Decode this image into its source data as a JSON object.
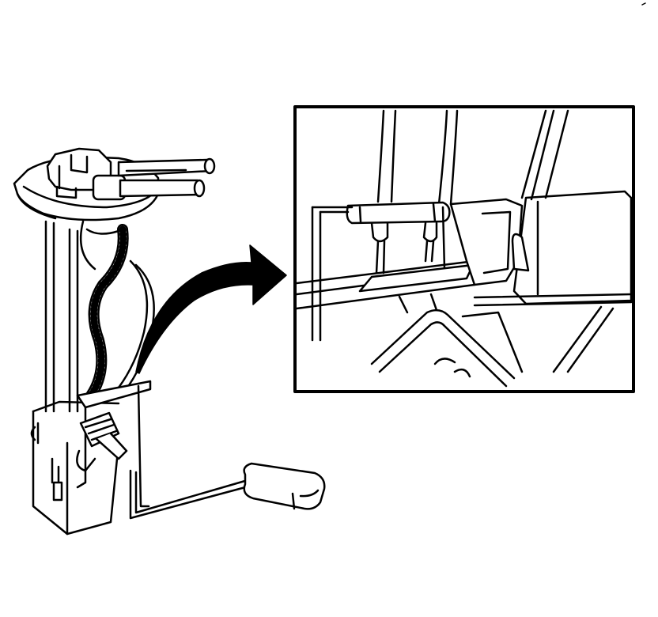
{
  "figure": {
    "caption": "",
    "stroke_color": "#000000",
    "background_color": "#ffffff"
  },
  "components": {
    "fuel_pump_module": "fuel-pump-module-assembly",
    "detail_inset": "enlarged-connector-detail",
    "callout_arrow": "pointer-arrow-to-detail"
  }
}
